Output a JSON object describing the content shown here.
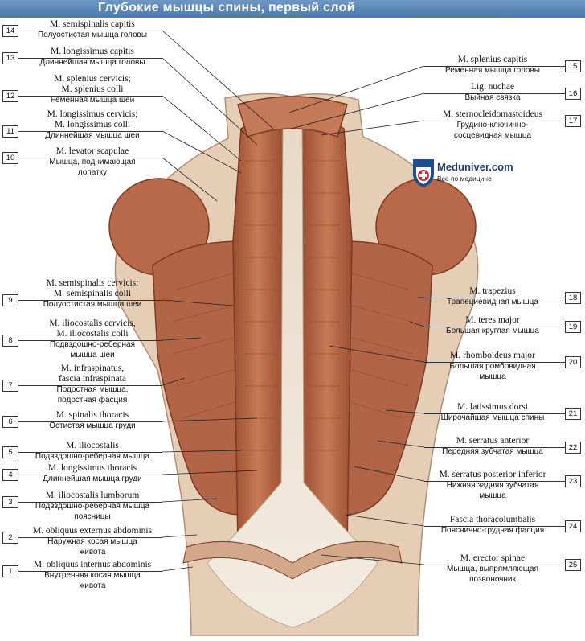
{
  "title": "Глубокие мышцы спины, первый слой",
  "logo": {
    "name": "Meduniver.com",
    "tagline": "Все по медицине",
    "icon": "medical-shield-cross-icon"
  },
  "left_labels": [
    {
      "num": "14",
      "lat": [
        "M. semispinalis capitis"
      ],
      "ru": [
        "Полуостистая мышца головы"
      ]
    },
    {
      "num": "13",
      "lat": [
        "M. longissimus capitis"
      ],
      "ru": [
        "Длиннейшая мышца головы"
      ]
    },
    {
      "num": "12",
      "lat": [
        "M. splenius cervicis;",
        "M. splenius colli"
      ],
      "ru": [
        "Ременная мышца шеи"
      ]
    },
    {
      "num": "11",
      "lat": [
        "M. longissimus cervicis;",
        "M. longissimus colli"
      ],
      "ru": [
        "Длиннейшая мышца шеи"
      ]
    },
    {
      "num": "10",
      "lat": [
        "M. levator scapulae"
      ],
      "ru": [
        "Мышца, поднимающая",
        "лопатку"
      ]
    },
    {
      "num": "9",
      "lat": [
        "M. semispinalis cervicis;",
        "M. semispinalis colli"
      ],
      "ru": [
        "Полуостистая мышца шеи"
      ]
    },
    {
      "num": "8",
      "lat": [
        "M. iliocostalis cervicis,",
        "M. iliocostalis colli"
      ],
      "ru": [
        "Подвздошно-реберная",
        "мышца шеи"
      ]
    },
    {
      "num": "7",
      "lat": [
        "M. infraspinatus,",
        "fascia infraspinata"
      ],
      "ru": [
        "Подостная мышца,",
        "подостная фасция"
      ]
    },
    {
      "num": "6",
      "lat": [
        "M. spinalis thoracis"
      ],
      "ru": [
        "Остистая мышца груди"
      ]
    },
    {
      "num": "5",
      "lat": [
        "M. iliocostalis"
      ],
      "ru": [
        "Подвздошно-реберная мышца"
      ]
    },
    {
      "num": "4",
      "lat": [
        "M. longissimus thoracis"
      ],
      "ru": [
        "Длиннейшая мышца груди"
      ]
    },
    {
      "num": "3",
      "lat": [
        "M. iliocostalis lumborum"
      ],
      "ru": [
        "Подвздошно-реберная мышца",
        "поясницы"
      ]
    },
    {
      "num": "2",
      "lat": [
        "M. obliquus externus abdominis"
      ],
      "ru": [
        "Наружная косая мышца",
        "живота"
      ]
    },
    {
      "num": "1",
      "lat": [
        "M. obliquus internus abdominis"
      ],
      "ru": [
        "Внутренняя косая мышца",
        "живота"
      ]
    }
  ],
  "right_labels": [
    {
      "num": "15",
      "lat": [
        "M. splenius capitis"
      ],
      "ru": [
        "Ременная мышца головы"
      ]
    },
    {
      "num": "16",
      "lat": [
        "Lig. nuchae"
      ],
      "ru": [
        "Выйная связка"
      ]
    },
    {
      "num": "17",
      "lat": [
        "M. sternocleidomastoideus"
      ],
      "ru": [
        "Грудино-ключично-",
        "сосцевидная мышца"
      ]
    },
    {
      "num": "18",
      "lat": [
        "M. trapezius"
      ],
      "ru": [
        "Трапециевидная мышца"
      ]
    },
    {
      "num": "19",
      "lat": [
        "M. teres major"
      ],
      "ru": [
        "Большая круглая мышца"
      ]
    },
    {
      "num": "20",
      "lat": [
        "M. rhomboideus major"
      ],
      "ru": [
        "Большая ромбовидная",
        "мышца"
      ]
    },
    {
      "num": "21",
      "lat": [
        "M. latissimus dorsi"
      ],
      "ru": [
        "Широчайшая мышца спины"
      ]
    },
    {
      "num": "22",
      "lat": [
        "M. serratus anterior"
      ],
      "ru": [
        "Передняя зубчатая мышца"
      ]
    },
    {
      "num": "23",
      "lat": [
        "M. serratus posterior inferior"
      ],
      "ru": [
        "Нижняя задняя зубчатая",
        "мышца"
      ]
    },
    {
      "num": "24",
      "lat": [
        "Fascia thoracolumbalis"
      ],
      "ru": [
        "Пояснично-грудная фасция"
      ]
    },
    {
      "num": "25",
      "lat": [
        "M. erector spinae"
      ],
      "ru": [
        "Мышца, выпрямляющая",
        "позвоночник"
      ]
    }
  ],
  "colors": {
    "title_bar": "#5a86b6",
    "muscle": "#b86a48",
    "muscle_dark": "#8c4630",
    "fascia": "#ece4d6",
    "skin": "#e8d3bd"
  }
}
